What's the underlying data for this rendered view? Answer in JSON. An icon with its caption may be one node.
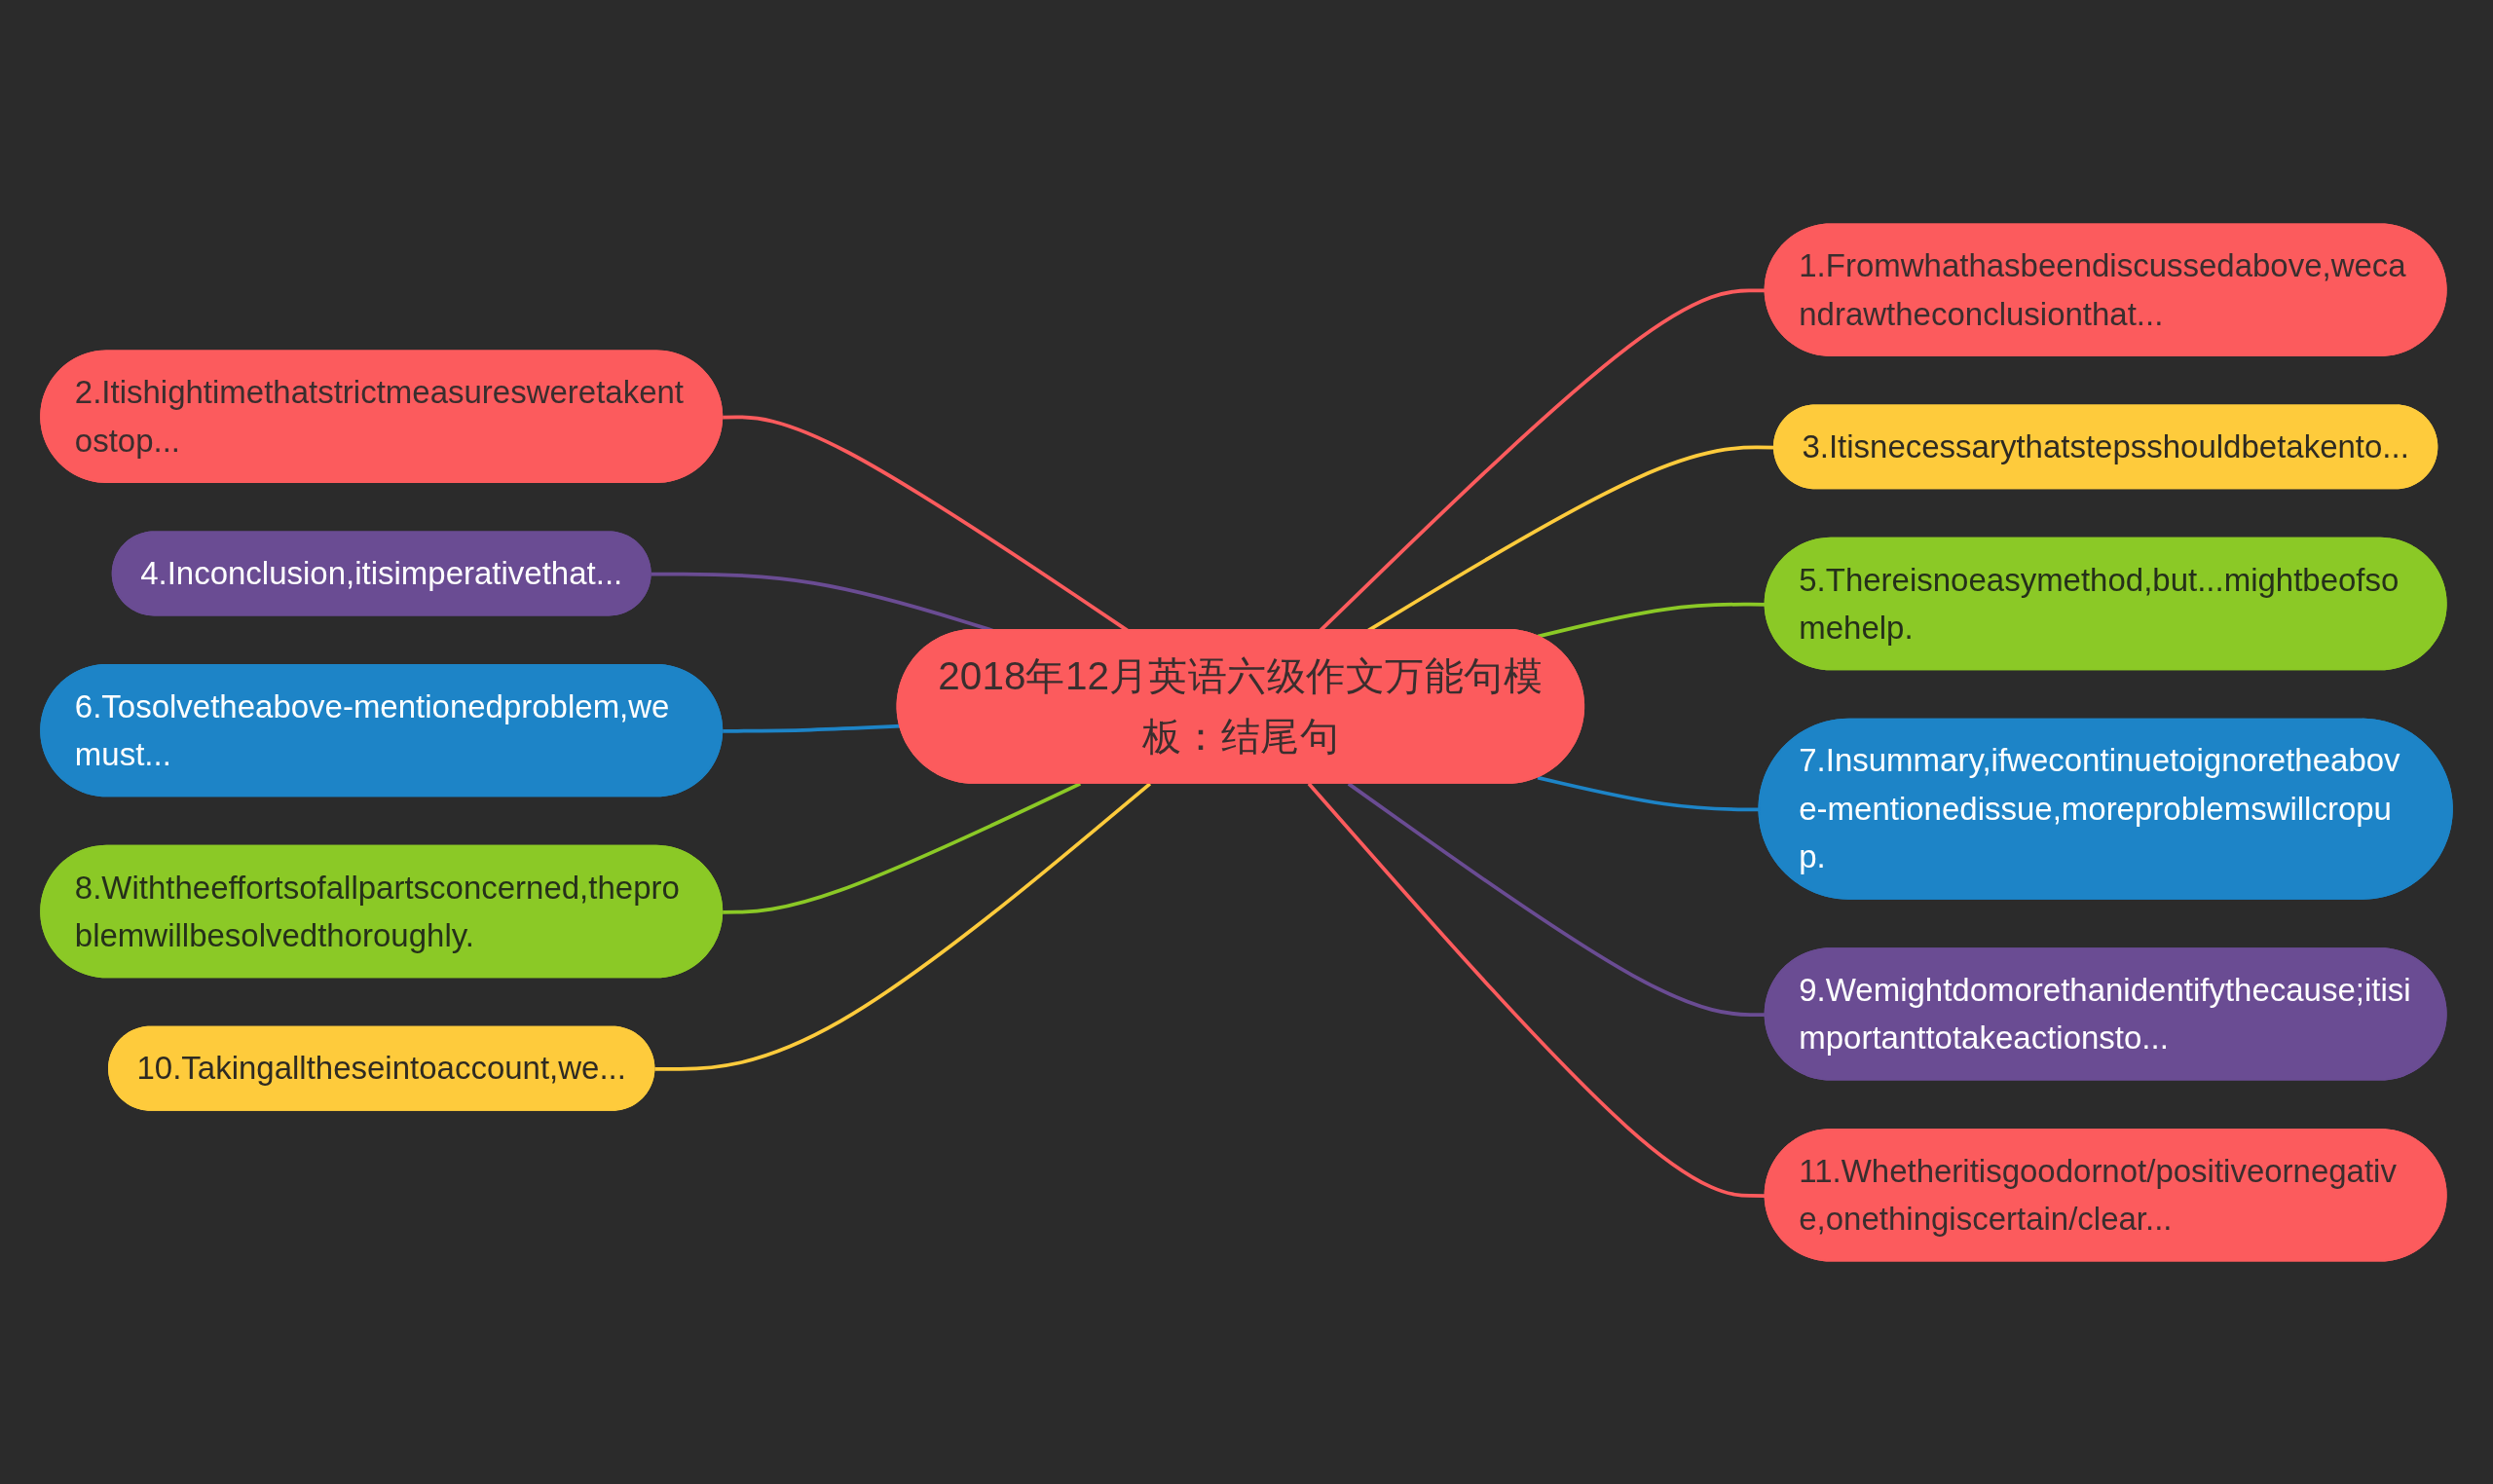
{
  "diagram": {
    "nodes": [
      {
        "text": [
          "2018年12月英语六级作文万能句模板：结尾句"
        ]
      },
      {
        "text": [
          "1.Fromwhathasbeendiscussedabove,wecandrawtheconclusionthat..."
        ]
      },
      {
        "text": [
          "2.Itishightimethatstrictmeasuresweretakentostop..."
        ]
      },
      {
        "text": [
          "3.Itisnecessarythatstepsshouldbetakento..."
        ]
      },
      {
        "text": [
          "4.Inconclusion,itisimperativethat..."
        ]
      },
      {
        "text": [
          "5.Thereisnoeasymethod,but...mightbeofsomehelp."
        ]
      },
      {
        "text": [
          "6.Tosolvetheabove-mentionedproblem,wemust..."
        ]
      },
      {
        "text": [
          "7.Insummary,ifwecontinuetoignoretheabove-mentionedissue,moreproblemswillcropup."
        ]
      },
      {
        "text": [
          "8.Withtheeffortsofallpartsconcerned,theproblemwillbesolvedthoroughly."
        ]
      },
      {
        "text": [
          "9.Wemightdomorethanidentifythecause;itisimportanttotakeactionsto..."
        ]
      },
      {
        "text": [
          "10.Takingalltheseintoaccount,we..."
        ]
      },
      {
        "text": [
          "11.Whetheritisgoodornot/positiveornegative,onethingiscertain/clear..."
        ]
      }
    ],
    "edges": [
      {
        "from": 0,
        "to": 1,
        "arrow": "none",
        "color": "#fc5b5d"
      },
      {
        "from": 0,
        "to": 2,
        "arrow": "none",
        "color": "#fc5b5d"
      },
      {
        "from": 0,
        "to": 3,
        "arrow": "none",
        "color": "#fecb3c"
      },
      {
        "from": 0,
        "to": 4,
        "arrow": "none",
        "color": "#6a4c93"
      },
      {
        "from": 0,
        "to": 5,
        "arrow": "none",
        "color": "#8bc926"
      },
      {
        "from": 0,
        "to": 6,
        "arrow": "none",
        "color": "#1d84c7"
      },
      {
        "from": 0,
        "to": 7,
        "arrow": "none",
        "color": "#1d84c7"
      },
      {
        "from": 0,
        "to": 8,
        "arrow": "none",
        "color": "#8bc926"
      },
      {
        "from": 0,
        "to": 9,
        "arrow": "none",
        "color": "#6a4c93"
      },
      {
        "from": 0,
        "to": 10,
        "arrow": "none",
        "color": "#fecb3c"
      },
      {
        "from": 0,
        "to": 11,
        "arrow": "none",
        "color": "#fc5b5d"
      }
    ]
  }
}
